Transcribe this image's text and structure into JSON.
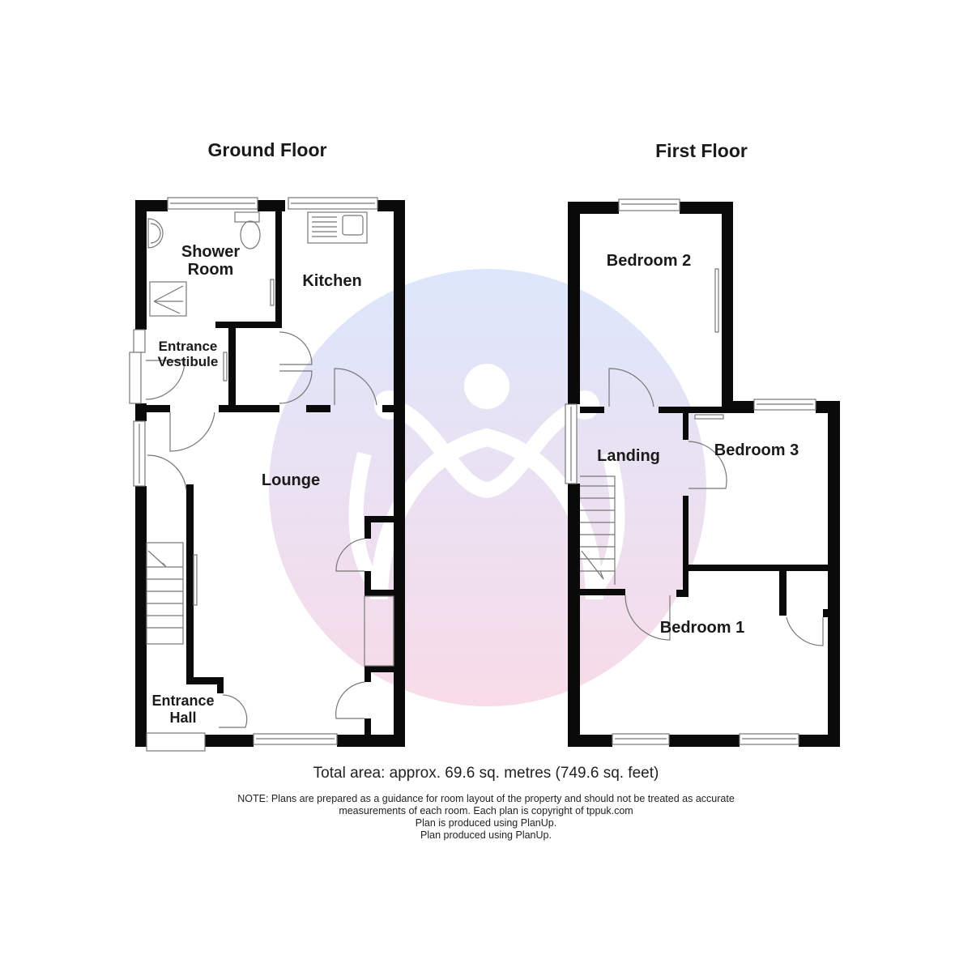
{
  "floors": [
    {
      "title": "Ground Floor",
      "rooms": [
        {
          "id": "shower-room",
          "label_lines": [
            "Shower",
            "Room"
          ]
        },
        {
          "id": "kitchen",
          "label_lines": [
            "Kitchen"
          ]
        },
        {
          "id": "entrance-vestibule",
          "label_lines": [
            "Entrance",
            "Vestibule"
          ]
        },
        {
          "id": "lounge",
          "label_lines": [
            "Lounge"
          ]
        },
        {
          "id": "entrance-hall",
          "label_lines": [
            "Entrance",
            "Hall"
          ]
        }
      ]
    },
    {
      "title": "First Floor",
      "rooms": [
        {
          "id": "bedroom-2",
          "label_lines": [
            "Bedroom 2"
          ]
        },
        {
          "id": "landing",
          "label_lines": [
            "Landing"
          ]
        },
        {
          "id": "bedroom-3",
          "label_lines": [
            "Bedroom 3"
          ]
        },
        {
          "id": "bedroom-1",
          "label_lines": [
            "Bedroom 1"
          ]
        }
      ]
    }
  ],
  "summary": {
    "total_area": "Total area: approx. 69.6 sq. metres (749.6 sq. feet)",
    "note_lines": [
      "NOTE: Plans are prepared as a guidance for room layout of the property and should not be treated as accurate",
      "measurements of each room. Each plan is copyright of tppuk.com",
      "Plan is produced using PlanUp.",
      "Plan produced using PlanUp."
    ]
  },
  "watermark": {
    "icon": "agency-logo-icon",
    "gradient_top": "#d6e2fb",
    "gradient_bottom": "#f7d5e4"
  },
  "colors": {
    "wall": "#0a0a0a",
    "fixture_line": "#777777",
    "background": "#ffffff"
  }
}
